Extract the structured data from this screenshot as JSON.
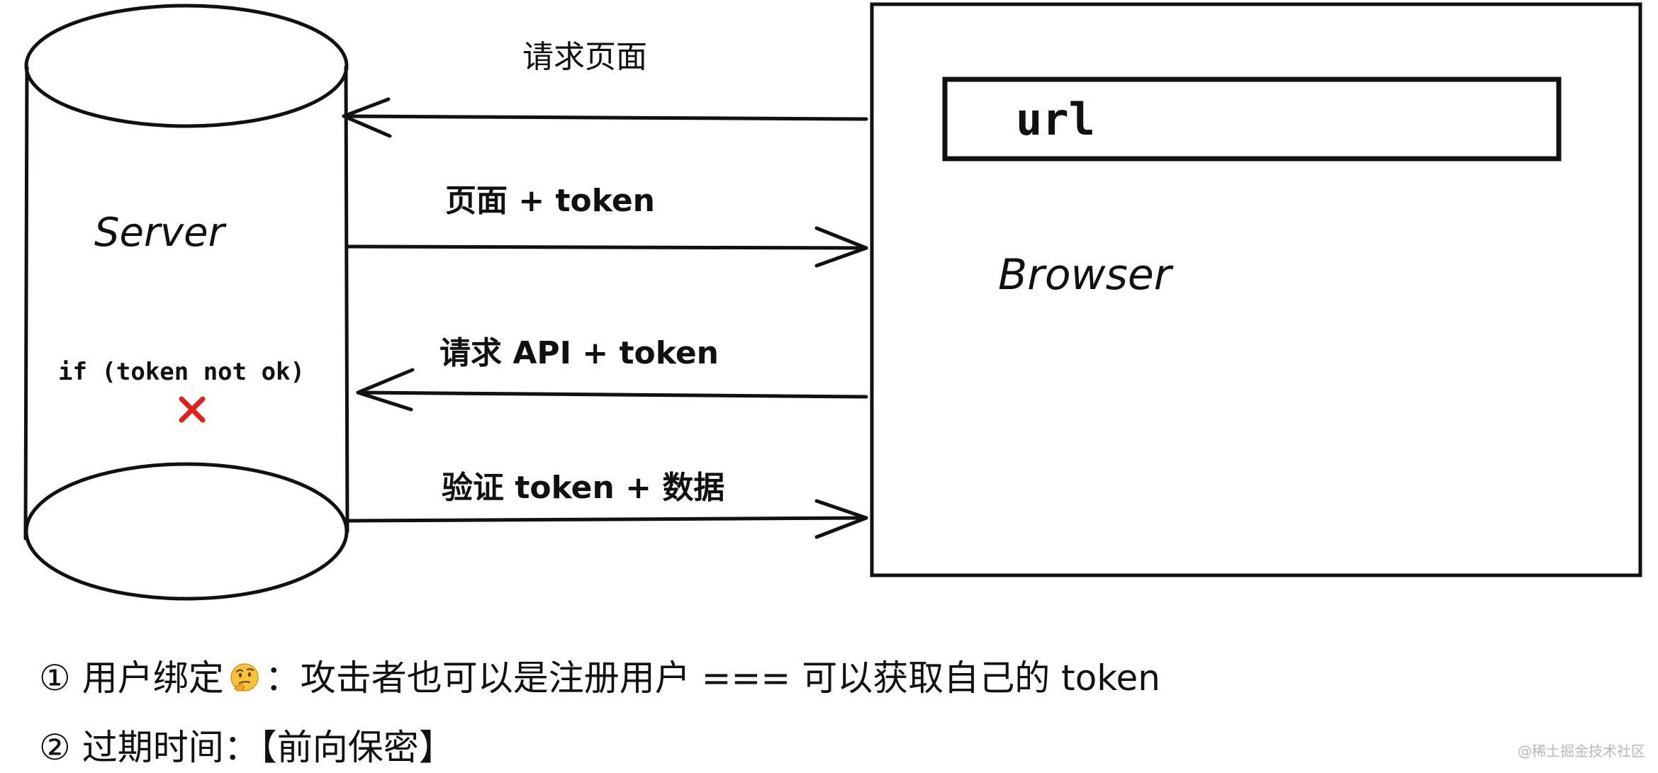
{
  "server": {
    "label": "Server",
    "condition": "if (token not ok)",
    "reject_mark": "✕"
  },
  "browser": {
    "label": "Browser",
    "url_label": "url"
  },
  "arrows": [
    {
      "label": "请求页面",
      "direction": "to-server"
    },
    {
      "label": "页面 + token",
      "direction": "to-browser"
    },
    {
      "label": "请求 API + token",
      "direction": "to-server"
    },
    {
      "label": "验证 token + 数据",
      "direction": "to-browser"
    }
  ],
  "notes": {
    "item1": {
      "marker": "①",
      "prefix": "用户绑定",
      "emoji": "thinking-face-icon",
      "suffix": "：攻击者也可以是注册用户 === 可以获取自己的 token"
    },
    "item2": {
      "marker": "②",
      "text": "过期时间：【前向保密】"
    }
  },
  "watermark": "@稀土掘金技术社区",
  "colors": {
    "stroke": "#111111",
    "reject": "#e0201b",
    "watermark": "#b8b8b8"
  }
}
